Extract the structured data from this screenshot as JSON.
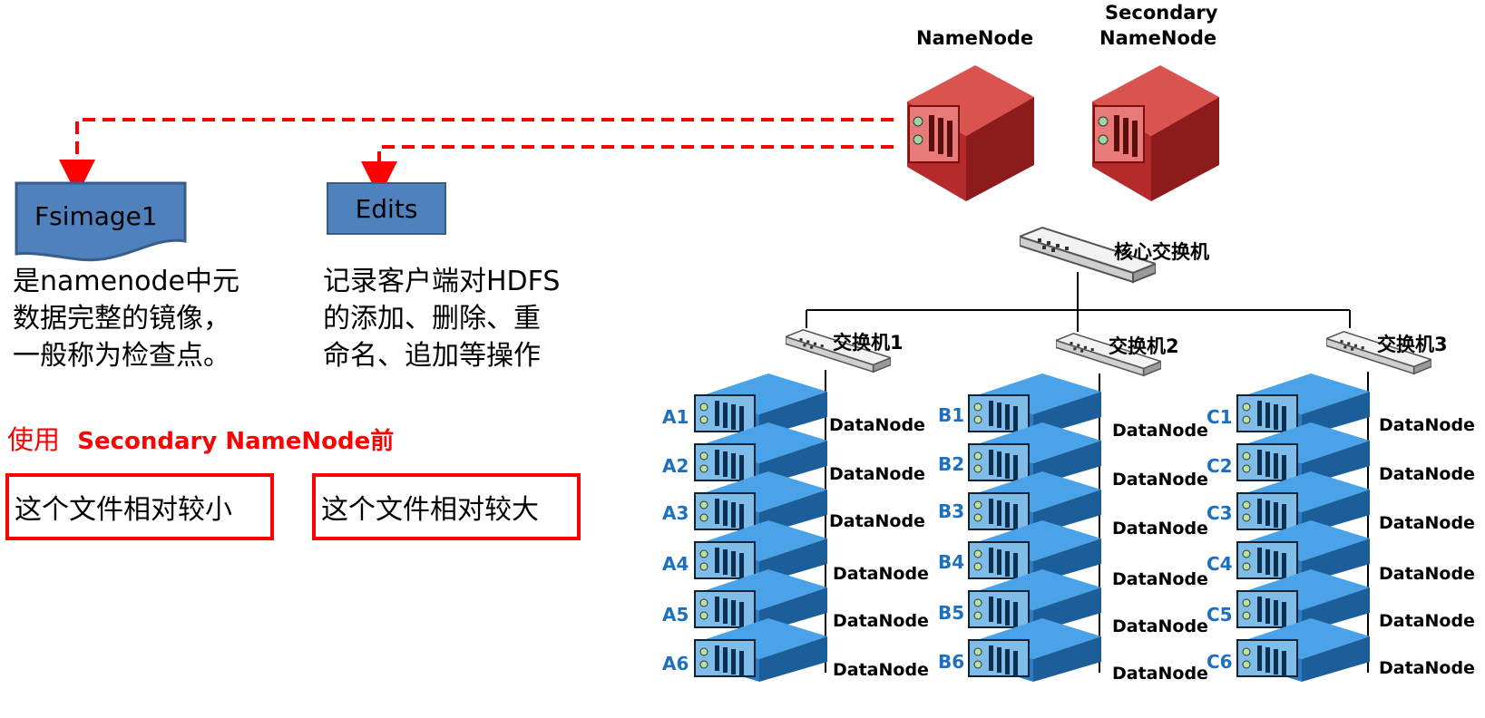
{
  "namenode": {
    "label": "NameNode"
  },
  "secondary_namenode": {
    "label_line1": "Secondary",
    "label_line2": "NameNode"
  },
  "fsimage": {
    "label": "Fsimage1",
    "desc_line1": "是namenode中元",
    "desc_line2": "数据完整的镜像，",
    "desc_line3": "一般称为检查点。"
  },
  "edits": {
    "label": "Edits",
    "desc_line1": "记录客户端对HDFS",
    "desc_line2": "的添加、删除、重",
    "desc_line3": "命名、追加等操作"
  },
  "note": {
    "prefix": "使用",
    "highlight": "Secondary NameNode前",
    "box_left": "这个文件相对较小",
    "box_right": "这个文件相对较大"
  },
  "core_switch": {
    "label": "核心交换机"
  },
  "racks": [
    {
      "switch_label": "交换机1",
      "nodes": [
        "A1",
        "A2",
        "A3",
        "A4",
        "A5",
        "A6"
      ]
    },
    {
      "switch_label": "交换机2",
      "nodes": [
        "B1",
        "B2",
        "B3",
        "B4",
        "B5",
        "B6"
      ]
    },
    {
      "switch_label": "交换机3",
      "nodes": [
        "C1",
        "C2",
        "C3",
        "C4",
        "C5",
        "C6"
      ]
    }
  ],
  "datanode_label": "DataNode",
  "colors": {
    "dashed": "#ff0000",
    "server_red": "#c0392b",
    "server_blue": "#2e86c9",
    "node_label": "#1f6fbf"
  }
}
